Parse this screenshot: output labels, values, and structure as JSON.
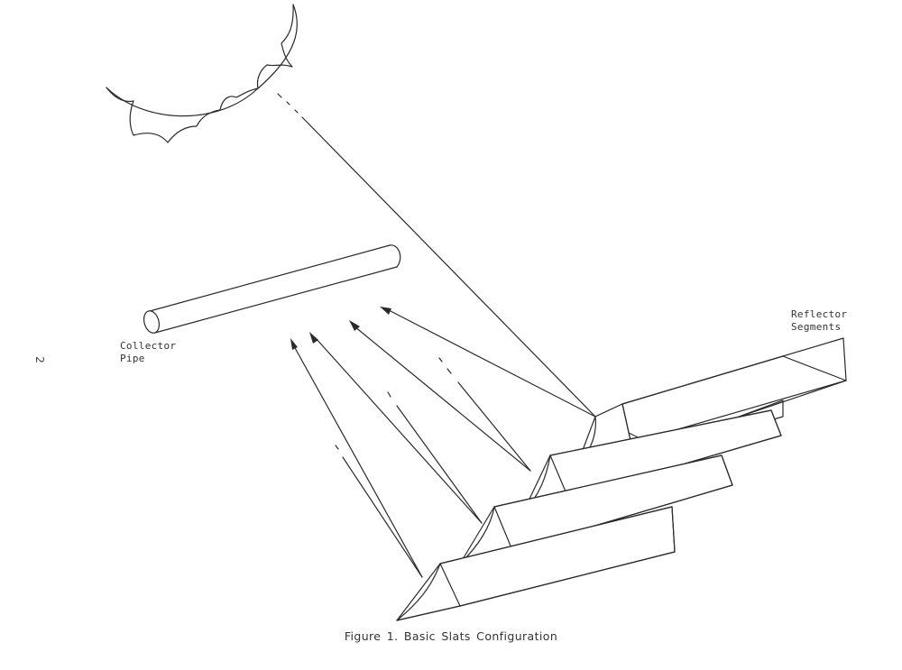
{
  "labels": {
    "collector_line1": "Collector",
    "collector_line2": "Pipe",
    "reflector_line1": "Reflector",
    "reflector_line2": "Segments"
  },
  "page_number": "2",
  "caption": "Figure 1.  Basic Slats Configuration",
  "colors": {
    "ink": "#2a2a2a",
    "paper": "#ffffff"
  }
}
